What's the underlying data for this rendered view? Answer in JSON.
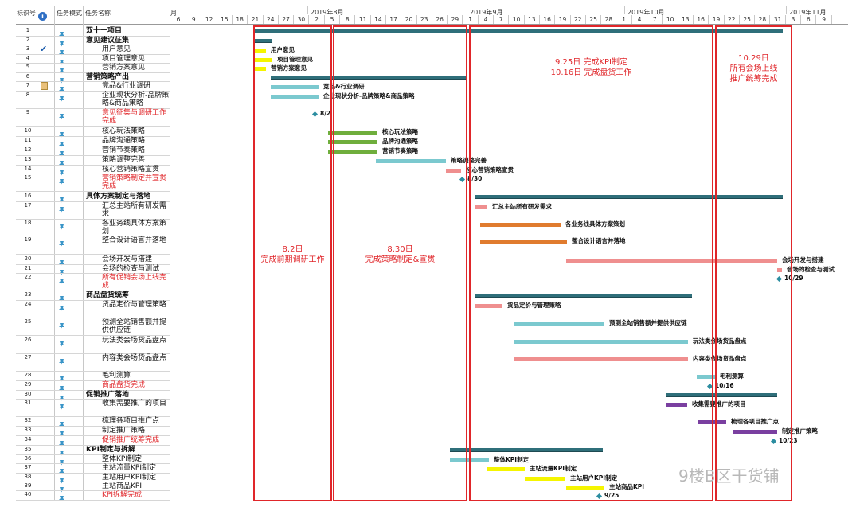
{
  "header": {
    "col_id": "标识号",
    "col_mode": "任务模式",
    "col_name": "任务名称",
    "month_prefix": "月",
    "months": [
      "2019年8月",
      "2019年9月",
      "2019年10月",
      "2019年11月"
    ],
    "days": [
      "6",
      "9",
      "12",
      "15",
      "18",
      "21",
      "24",
      "27",
      "30",
      "2",
      "5",
      "8",
      "11",
      "14",
      "17",
      "20",
      "23",
      "26",
      "29",
      "1",
      "4",
      "7",
      "10",
      "13",
      "16",
      "19",
      "22",
      "25",
      "28",
      "1",
      "4",
      "7",
      "10",
      "13",
      "16",
      "19",
      "22",
      "25",
      "28",
      "31",
      "3",
      "6",
      "9"
    ]
  },
  "tasks": [
    {
      "id": "1",
      "name": "双十一项目",
      "style": "sum",
      "check": false
    },
    {
      "id": "2",
      "name": "意见建议征集",
      "style": "sum",
      "check": false
    },
    {
      "id": "3",
      "name": "用户意见",
      "style": "",
      "check": true
    },
    {
      "id": "4",
      "name": "项目管理意见",
      "style": "",
      "check": false
    },
    {
      "id": "5",
      "name": "营销方案意见",
      "style": "",
      "check": false
    },
    {
      "id": "6",
      "name": "营销策略产出",
      "style": "sum",
      "check": false
    },
    {
      "id": "7",
      "name": "竞品&行业调研",
      "style": "",
      "check": false,
      "note": true
    },
    {
      "id": "8",
      "name": "企业现状分析-品牌策略&商品策略",
      "style": "",
      "check": false
    },
    {
      "id": "9",
      "name": "意见征集与调研工作完成",
      "style": "red",
      "check": false
    },
    {
      "id": "10",
      "name": "核心玩法策略",
      "style": "",
      "check": false
    },
    {
      "id": "11",
      "name": "品牌沟通策略",
      "style": "",
      "check": false
    },
    {
      "id": "12",
      "name": "营销节奏策略",
      "style": "",
      "check": false
    },
    {
      "id": "13",
      "name": "策略调整完善",
      "style": "",
      "check": false
    },
    {
      "id": "14",
      "name": "核心营销策略宣贯",
      "style": "",
      "check": false
    },
    {
      "id": "15",
      "name": "营销策略制定并宣贯完成",
      "style": "red",
      "check": false
    },
    {
      "id": "16",
      "name": "具体方案制定与落地",
      "style": "sum",
      "check": false
    },
    {
      "id": "17",
      "name": "汇总主站所有研发需求",
      "style": "",
      "check": false
    },
    {
      "id": "18",
      "name": "各业务线具体方案策划",
      "style": "",
      "check": false
    },
    {
      "id": "19",
      "name": "整合设计语言并落地",
      "style": "",
      "check": false
    },
    {
      "id": "20",
      "name": "会场开发与搭建",
      "style": "",
      "check": false
    },
    {
      "id": "21",
      "name": "会场的检查与测试",
      "style": "",
      "check": false
    },
    {
      "id": "22",
      "name": "所有促销会场上线完成",
      "style": "red",
      "check": false
    },
    {
      "id": "23",
      "name": "商品盘货统筹",
      "style": "sum",
      "check": false
    },
    {
      "id": "24",
      "name": "货品定价与管理策略",
      "style": "",
      "check": false
    },
    {
      "id": "25",
      "name": "预测全站销售额并提供供应链",
      "style": "",
      "check": false
    },
    {
      "id": "26",
      "name": "玩法类会场货品盘点",
      "style": "",
      "check": false
    },
    {
      "id": "27",
      "name": "内容类会场货品盘点",
      "style": "",
      "check": false
    },
    {
      "id": "28",
      "name": "毛利测算",
      "style": "",
      "check": false
    },
    {
      "id": "29",
      "name": "商品盘货完成",
      "style": "red",
      "check": false
    },
    {
      "id": "30",
      "name": "促销推广落地",
      "style": "sum",
      "check": false
    },
    {
      "id": "31",
      "name": "收集需要推广的项目",
      "style": "",
      "check": false
    },
    {
      "id": "32",
      "name": "梳理各项目推广点",
      "style": "",
      "check": false
    },
    {
      "id": "33",
      "name": "制定推广策略",
      "style": "",
      "check": false
    },
    {
      "id": "34",
      "name": "促销推广统筹完成",
      "style": "red",
      "check": false
    },
    {
      "id": "35",
      "name": "KPI制定与拆解",
      "style": "sum",
      "check": false
    },
    {
      "id": "36",
      "name": "整体KPI制定",
      "style": "",
      "check": false
    },
    {
      "id": "37",
      "name": "主站流量KPI制定",
      "style": "",
      "check": false
    },
    {
      "id": "38",
      "name": "主站用户KPI制定",
      "style": "",
      "check": false
    },
    {
      "id": "39",
      "name": "主站商品KPI",
      "style": "",
      "check": false
    },
    {
      "id": "40",
      "name": "KPI拆解完成",
      "style": "red",
      "check": false
    }
  ],
  "bar_labels": [
    "用户意见",
    "项目管理意见",
    "营销方案意见",
    "竞品&行业调研",
    "企业现状分析-品牌策略&商品策略",
    "核心玩法策略",
    "品牌沟通策略",
    "营销节奏策略",
    "策略调整完善",
    "核心营销策略宣贯",
    "汇总主站所有研发需求",
    "各业务线具体方案策划",
    "整合设计语言并落地",
    "会场开发与搭建",
    "会场的检查与测试",
    "货品定价与管理策略",
    "预测全站销售额并提供供应链",
    "玩法类会场货品盘点",
    "内容类会场货品盘点",
    "毛利测算",
    "收集需要推广的项目",
    "梳理各项目推广点",
    "制定推广策略",
    "整体KPI制定",
    "主站流量KPI制定",
    "主站用户KPI制定",
    "主站商品KPI"
  ],
  "milestones": [
    "8/2",
    "8/30",
    "10/29",
    "10/16",
    "10/23",
    "9/25"
  ],
  "annotations": [
    {
      "line1": "8.2日",
      "line2": "完成前期调研工作"
    },
    {
      "line1": "8.30日",
      "line2": "完成策略制定&宣贯"
    },
    {
      "line1": "9.25日  完成KPI制定",
      "line2": "10.16日 完成盘货工作"
    },
    {
      "line1": "10.29日",
      "line2": "所有会场上线",
      "line3": "推广统筹完成"
    }
  ],
  "watermark": "9楼B区干货铺",
  "colors": {
    "teal": "#7bc9cf",
    "green": "#6fae3d",
    "orange": "#e07b2e",
    "pink": "#ef8f8f",
    "yellow": "#f5f500",
    "purple": "#7a3fa0",
    "summary": "#2f6f7a",
    "red": "#e0262a",
    "milestone": "#2b8da0"
  }
}
